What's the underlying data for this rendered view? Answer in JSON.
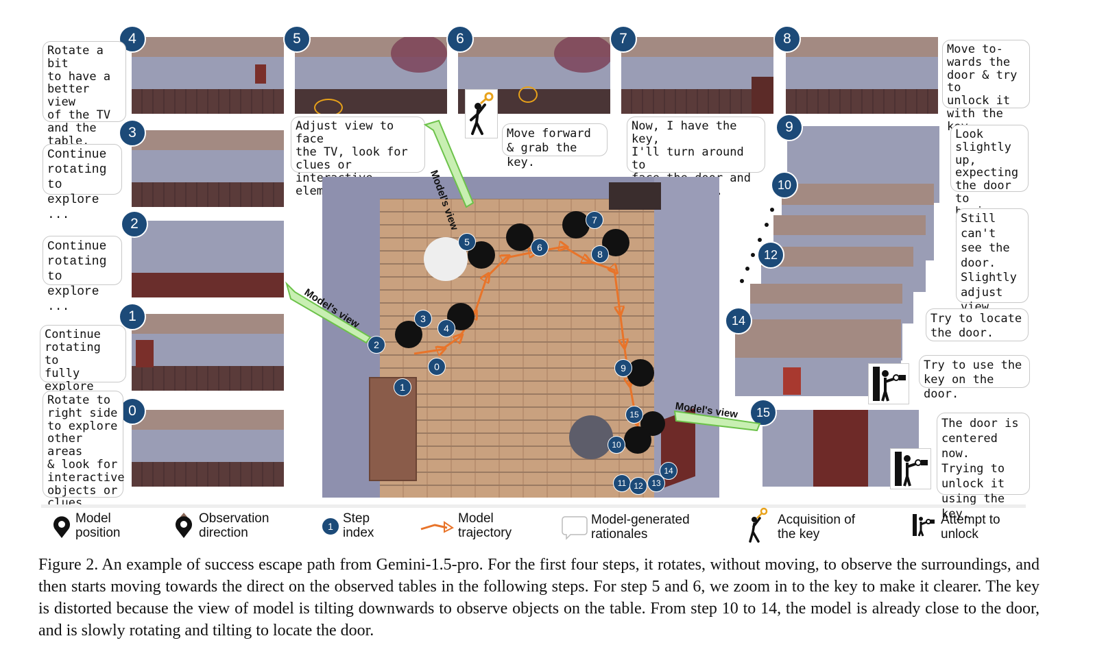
{
  "steps": {
    "s0": "0",
    "s1": "1",
    "s2": "2",
    "s3": "3",
    "s4": "4",
    "s5": "5",
    "s6": "6",
    "s7": "7",
    "s8": "8",
    "s9": "9",
    "s10": "10",
    "s11": "11",
    "s12": "12",
    "s13": "13",
    "s14": "14",
    "s15": "15"
  },
  "rationales": {
    "r0": "Rotate to\nright side\nto explore\nother areas\n& look for\ninteractive\nobjects or\nclues.",
    "r1": "Continue\nrotating to\nfully explore\nthe room.",
    "r2": "Continue\nrotating to\nexplore ...",
    "r3": "Continue\nrotating to\nexplore ...",
    "r4": "Rotate a bit\nto have a\nbetter view\nof the TV\nand the\ntable.",
    "r5": "Adjust view to face\nthe TV, look for\nclues or interactive\nelements.",
    "r6": "Move forward\n& grab the key.",
    "r7": "Now, I have the key,\nI'll turn around to\nface the door and\ntry using it.",
    "r8": "Move to-\nwards the\ndoor & try to\nunlock it\nwith the key.",
    "r9": "Look\nslightly up,\nexpecting\nthe door to\nbe in view.",
    "r12": "Still can't\nsee the\ndoor.\nSlightly\nadjust\nview.",
    "r14": "Try to locate\nthe door.",
    "r14b": "Try to use the\nkey on the door.",
    "r15": "The door is\ncentered now.\nTrying to\nunlock it\nusing the key."
  },
  "view_labels": {
    "v1": "Model's view",
    "v2": "Model's view",
    "v3": "Model's view"
  },
  "legend": {
    "model_position": "Model\nposition",
    "observation_direction": "Observation\ndirection",
    "step_index": "Step\nindex",
    "step_index_glyph": "1",
    "model_trajectory": "Model\ntrajectory",
    "rationales": "Model-generated\nrationales",
    "key_acquisition": "Acquisition of\nthe key",
    "unlock_attempt": "Attempt to\nunlock"
  },
  "caption": "Figure 2.  An example of success escape path from Gemini-1.5-pro.  For the first four steps, it rotates, without moving, to observe the surroundings, and then starts moving towards the direct on the observed tables in the following steps. For step 5 and 6, we zoom in to the key to make it clearer. The key is distorted because the view of model is tilting downwards to observe objects on the table. From step 10 to 14, the model is already close to the door, and is slowly rotating and tilting to locate the door.",
  "colors": {
    "badge": "#1c4a78",
    "trajectory": "#e8742a",
    "arrow": "#6cc24a"
  }
}
